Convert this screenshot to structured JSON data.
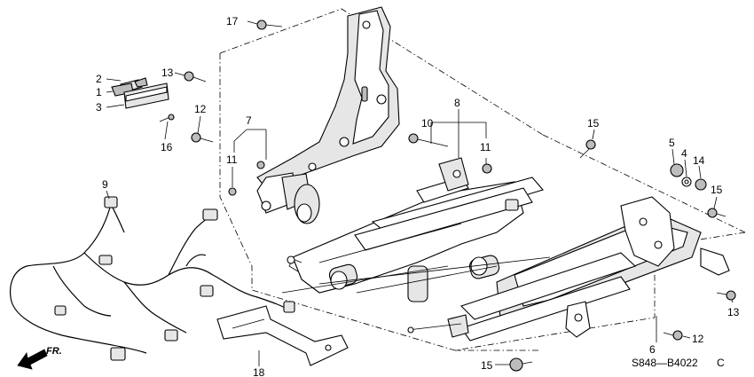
{
  "diagram": {
    "part_labels": {
      "p1": "1",
      "p2": "2",
      "p3": "3",
      "p4": "4",
      "p5": "5",
      "p6": "6",
      "p7": "7",
      "p8": "8",
      "p9": "9",
      "p10": "10",
      "p11a": "11",
      "p11b": "11",
      "p12a": "12",
      "p12b": "12",
      "p13a": "13",
      "p13b": "13",
      "p14": "14",
      "p15a": "15",
      "p15b": "15",
      "p15c": "15",
      "p16": "16",
      "p17": "17",
      "p18": "18"
    },
    "front_label": "FR.",
    "catalog_code": "S848—B4022",
    "catalog_suffix": "C"
  }
}
